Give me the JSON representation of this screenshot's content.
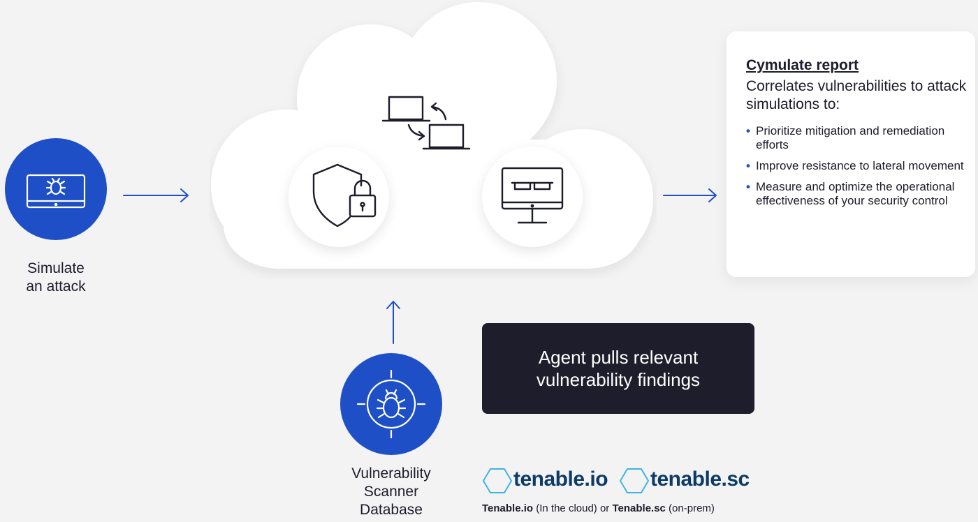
{
  "nodes": {
    "simulate": "Simulate an attack",
    "simulate_lines": [
      "Simulate",
      "an attack"
    ],
    "scanner_lines": [
      "Vulnerability",
      "Scanner",
      "Database"
    ]
  },
  "report": {
    "title": "Cymulate report",
    "subtitle": "Correlates vulnerabilities to attack simulations to:",
    "items": [
      "Prioritize mitigation and remediation efforts",
      "Improve resistance to lateral movement",
      "Measure and optimize the operational effectiveness of your security control"
    ]
  },
  "agent_box": {
    "text": "Agent pulls relevant vulnerability findings"
  },
  "tenable": {
    "logo_io": "tenable.io",
    "logo_sc": "tenable.sc",
    "caption_io": "Tenable.io",
    "caption_mid": " (In the cloud) or ",
    "caption_sc": "Tenable.sc",
    "caption_end": " (on-prem)"
  },
  "colors": {
    "accent_blue": "#1e4fc7",
    "dark_box": "#1d1d2c",
    "background": "#f3f3f4",
    "tenable_hex": "#3fb4e6"
  },
  "icons": {
    "simulate": "bug-monitor-icon",
    "cloud_transfer": "laptop-transfer-icon",
    "cloud_shield": "shield-lock-icon",
    "cloud_monitor": "monitor-glasses-icon",
    "scanner": "bug-target-icon"
  }
}
